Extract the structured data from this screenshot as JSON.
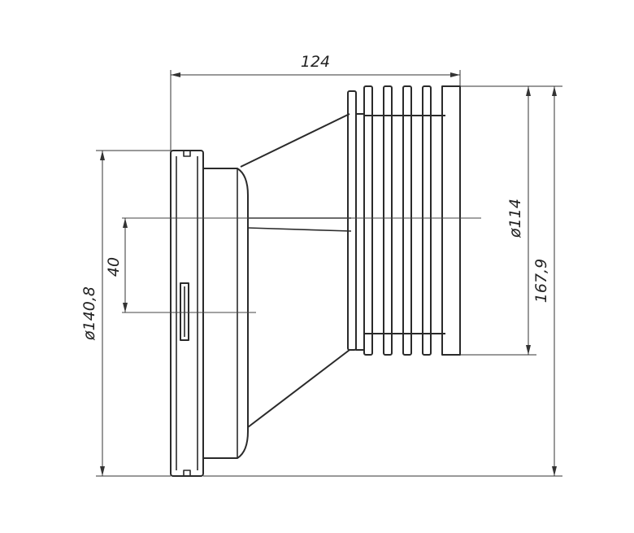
{
  "dimensions": {
    "length": "124",
    "outlet_diameter": "ø114",
    "outlet_span": "167,9",
    "offset": "40",
    "inlet_diameter": "ø140,8"
  },
  "colors": {
    "line": "#2a2a2a",
    "background": "#ffffff"
  }
}
